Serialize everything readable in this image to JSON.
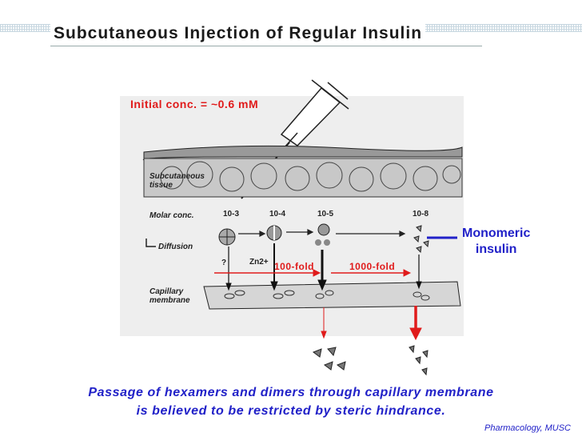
{
  "title": "Subcutaneous Injection of Regular Insulin",
  "initial_conc": "Initial conc. = ~0.6 mM",
  "labels": {
    "subcutaneous_1": "Subcutaneous",
    "subcutaneous_2": "tissue",
    "molar_conc": "Molar conc.",
    "diffusion": "Diffusion",
    "capillary_1": "Capillary",
    "capillary_2": "membrane",
    "question": "?",
    "zinc": "Zn2+"
  },
  "concentrations": [
    "10-3",
    "10-4",
    "10-5",
    "10-8"
  ],
  "folds": [
    "100-fold",
    "1000-fold"
  ],
  "monomeric": [
    "Monomeric",
    "insulin"
  ],
  "caption": [
    "Passage of hexamers and dimers through capillary membrane",
    "is believed to be restricted by steric hindrance."
  ],
  "credit": "Pharmacology, MUSC",
  "colors": {
    "accent_red": "#e01b1b",
    "accent_blue": "#2121c8"
  }
}
